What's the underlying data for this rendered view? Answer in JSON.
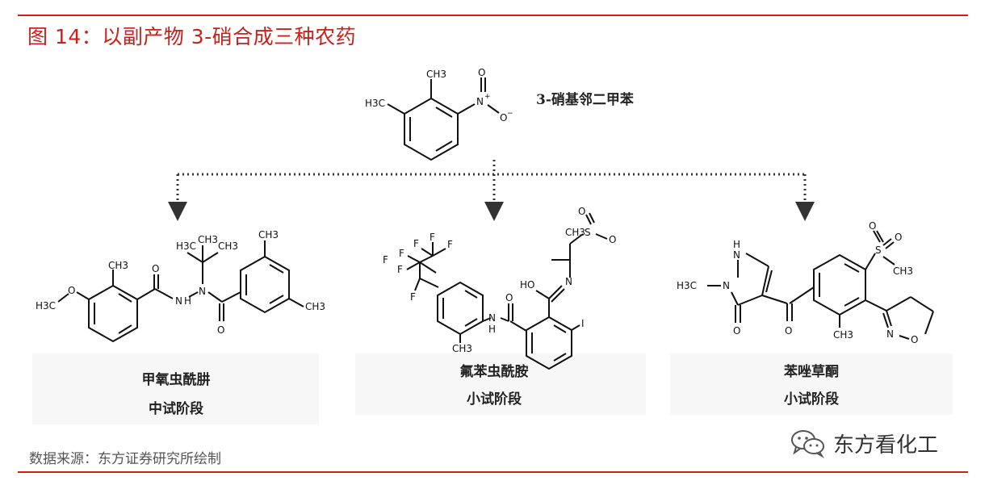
{
  "figure_title": "图 14：以副产物 3-硝合成三种农药",
  "precursor": {
    "name": "3-硝基邻二甲苯",
    "atoms": {
      "methyl_top": "CH3",
      "methyl_left": "H3C",
      "nitrogen": "N",
      "nitro_o_top": "O",
      "nitro_o_right": "O",
      "plus": "+",
      "minus": "−"
    }
  },
  "products": [
    {
      "name": "甲氧虫酰肼",
      "stage": "中试阶段",
      "atoms": {
        "h3c_o": "H3C",
        "o_ether": "O",
        "ch3_ortho": "CH3",
        "o_carbonyl1": "O",
        "nh_n": "N",
        "n_h": "H",
        "n2": "N",
        "tbu_a": "H3C",
        "tbu_b": "CH3",
        "tbu_c": "CH3",
        "o_carbonyl2": "O",
        "ar_ch3_top": "CH3",
        "ar_ch3_right": "CH3"
      }
    },
    {
      "name": "氟苯虫酰胺",
      "stage": "小试阶段",
      "atoms": {
        "f1": "F",
        "f2": "F",
        "f3": "F",
        "f4": "F",
        "f5": "F",
        "f6": "F",
        "f7": "F",
        "ch3": "CH3",
        "nh": "N",
        "h": "H",
        "o_amide": "O",
        "ho": "HO",
        "n_imine": "N",
        "i": "I",
        "s": "S",
        "o1": "O",
        "o2": "O",
        "ch3_s": "CH3"
      }
    },
    {
      "name": "苯唑草酮",
      "stage": "小试阶段",
      "atoms": {
        "h3c_n": "H3C",
        "n1": "N",
        "nh": "N",
        "h": "H",
        "o_ring": "O",
        "o_ketone": "O",
        "ch3": "CH3",
        "s": "S",
        "o1": "O",
        "o2": "O",
        "ch3_s": "CH3",
        "n_iso": "N",
        "o_iso": "O"
      }
    }
  ],
  "source": "数据来源：东方证券研究所绘制",
  "watermark": "东方看化工"
}
